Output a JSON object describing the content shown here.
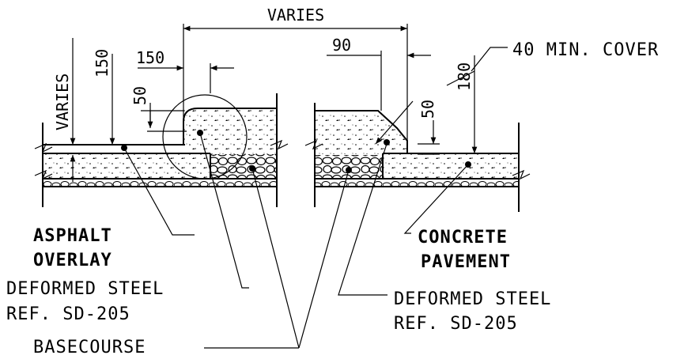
{
  "dimensions": {
    "varies_top": "VARIES",
    "varies_left": "VARIES",
    "left_150_vertical": "150",
    "left_150_horizontal": "150",
    "left_50": "50",
    "right_90": "90",
    "right_50": "50",
    "right_180": "180",
    "min_cover": "40 MIN. COVER"
  },
  "labels": {
    "asphalt_line1": "ASPHALT",
    "asphalt_line2": "OVERLAY",
    "left_steel_line1": "DEFORMED STEEL",
    "left_steel_line2": "REF. SD-205",
    "basecourse": "BASECOURSE",
    "concrete_line1": "CONCRETE",
    "concrete_line2": "PAVEMENT",
    "right_steel_line1": "DEFORMED STEEL",
    "right_steel_line2": "REF. SD-205"
  }
}
